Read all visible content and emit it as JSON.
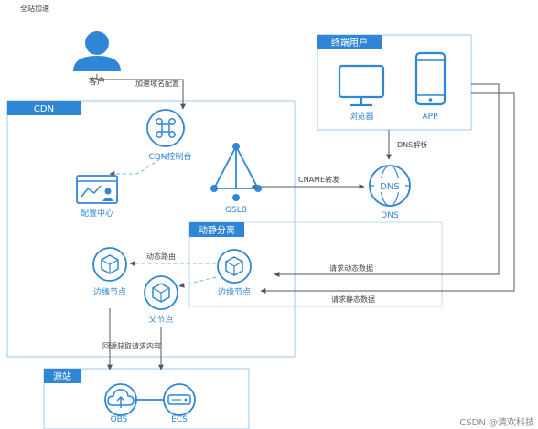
{
  "title": "全站加速",
  "colors": {
    "accent": "#2f86d6",
    "line": "#555555",
    "box_border": "#9cc8ee",
    "icon_fill": "#2f86d6"
  },
  "nodes": {
    "customer": "客户",
    "cdn_console": "CDN控制台",
    "config_center": "配置中心",
    "gslb": "GSLB",
    "dns": "DNS",
    "dns_icon_text": "DNS",
    "edge_left": "边缘节点",
    "edge_right": "边缘节点",
    "parent": "父节点",
    "browser": "浏览器",
    "app": "APP",
    "obs": "OBS",
    "ecs": "ECS"
  },
  "groups": {
    "cdn": "CDN",
    "end_user": "终端用户",
    "dynamic_static": "动静分离",
    "origin": "源站"
  },
  "edges": {
    "accel_domain_config": "加速域名配置",
    "cname": "CNAME转发",
    "dns_resolve": "DNS解析",
    "dynamic_route": "动态路由",
    "request_dynamic": "请求动态数据",
    "request_static": "请求静态数据",
    "back_to_origin": "回源获取请求内容"
  },
  "watermark": "CSDN @清欢科技"
}
